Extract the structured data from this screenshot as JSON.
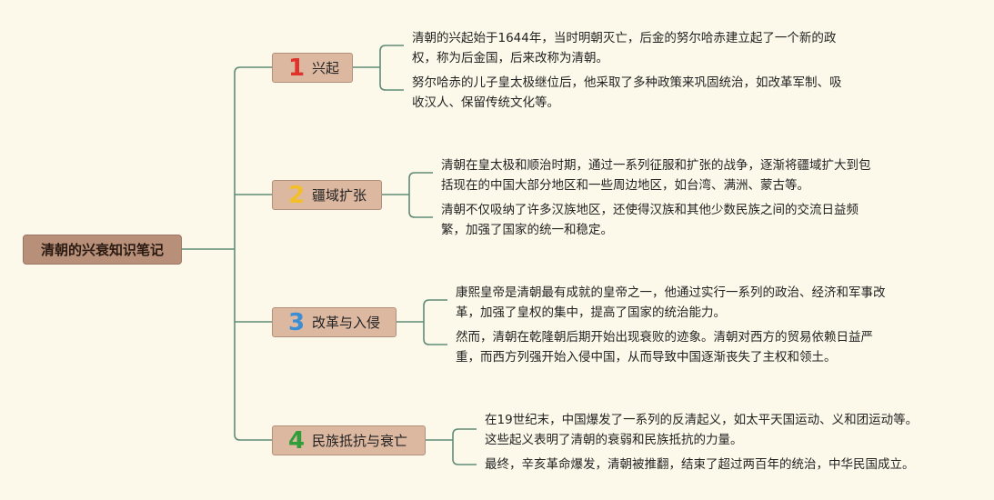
{
  "root": {
    "title": "清朝的兴衰知识笔记"
  },
  "topics": [
    {
      "number": "1",
      "number_color": "#e0312a",
      "label": "兴起",
      "notes": [
        [
          "清朝的兴起始于1644年，当时明朝灭亡，后金的努尔哈赤建立起了一个新的政",
          "权，称为后金国，后来改称为清朝。"
        ],
        [
          "努尔哈赤的儿子皇太极继位后，他采取了多种政策来巩固统治，如改革军制、吸",
          "收汉人、保留传统文化等。"
        ]
      ]
    },
    {
      "number": "2",
      "number_color": "#f3bf29",
      "label": "疆域扩张",
      "notes": [
        [
          "清朝在皇太极和顺治时期，通过一系列征服和扩张的战争，逐渐将疆域扩大到包",
          "括现在的中国大部分地区和一些周边地区，如台湾、满洲、蒙古等。"
        ],
        [
          "清朝不仅吸纳了许多汉族地区，还使得汉族和其他少数民族之间的交流日益频",
          "繁，加强了国家的统一和稳定。"
        ]
      ]
    },
    {
      "number": "3",
      "number_color": "#3a8fd4",
      "label": "改革与入侵",
      "notes": [
        [
          "康熙皇帝是清朝最有成就的皇帝之一，他通过实行一系列的政治、经济和军事改",
          "革，加强了皇权的集中，提高了国家的统治能力。"
        ],
        [
          "然而，清朝在乾隆朝后期开始出现衰败的迹象。清朝对西方的贸易依赖日益严",
          "重，而西方列强开始入侵中国，从而导致中国逐渐丧失了主权和领土。"
        ]
      ]
    },
    {
      "number": "4",
      "number_color": "#2e9d3a",
      "label": "民族抵抗与衰亡",
      "notes": [
        [
          "在19世纪末，中国爆发了一系列的反清起义，如太平天国运动、义和团运动等。",
          "这些起义表明了清朝的衰弱和民族抵抗的力量。"
        ],
        [
          "最终，辛亥革命爆发，清朝被推翻，结束了超过两百年的统治，中华民国成立。"
        ]
      ]
    }
  ]
}
